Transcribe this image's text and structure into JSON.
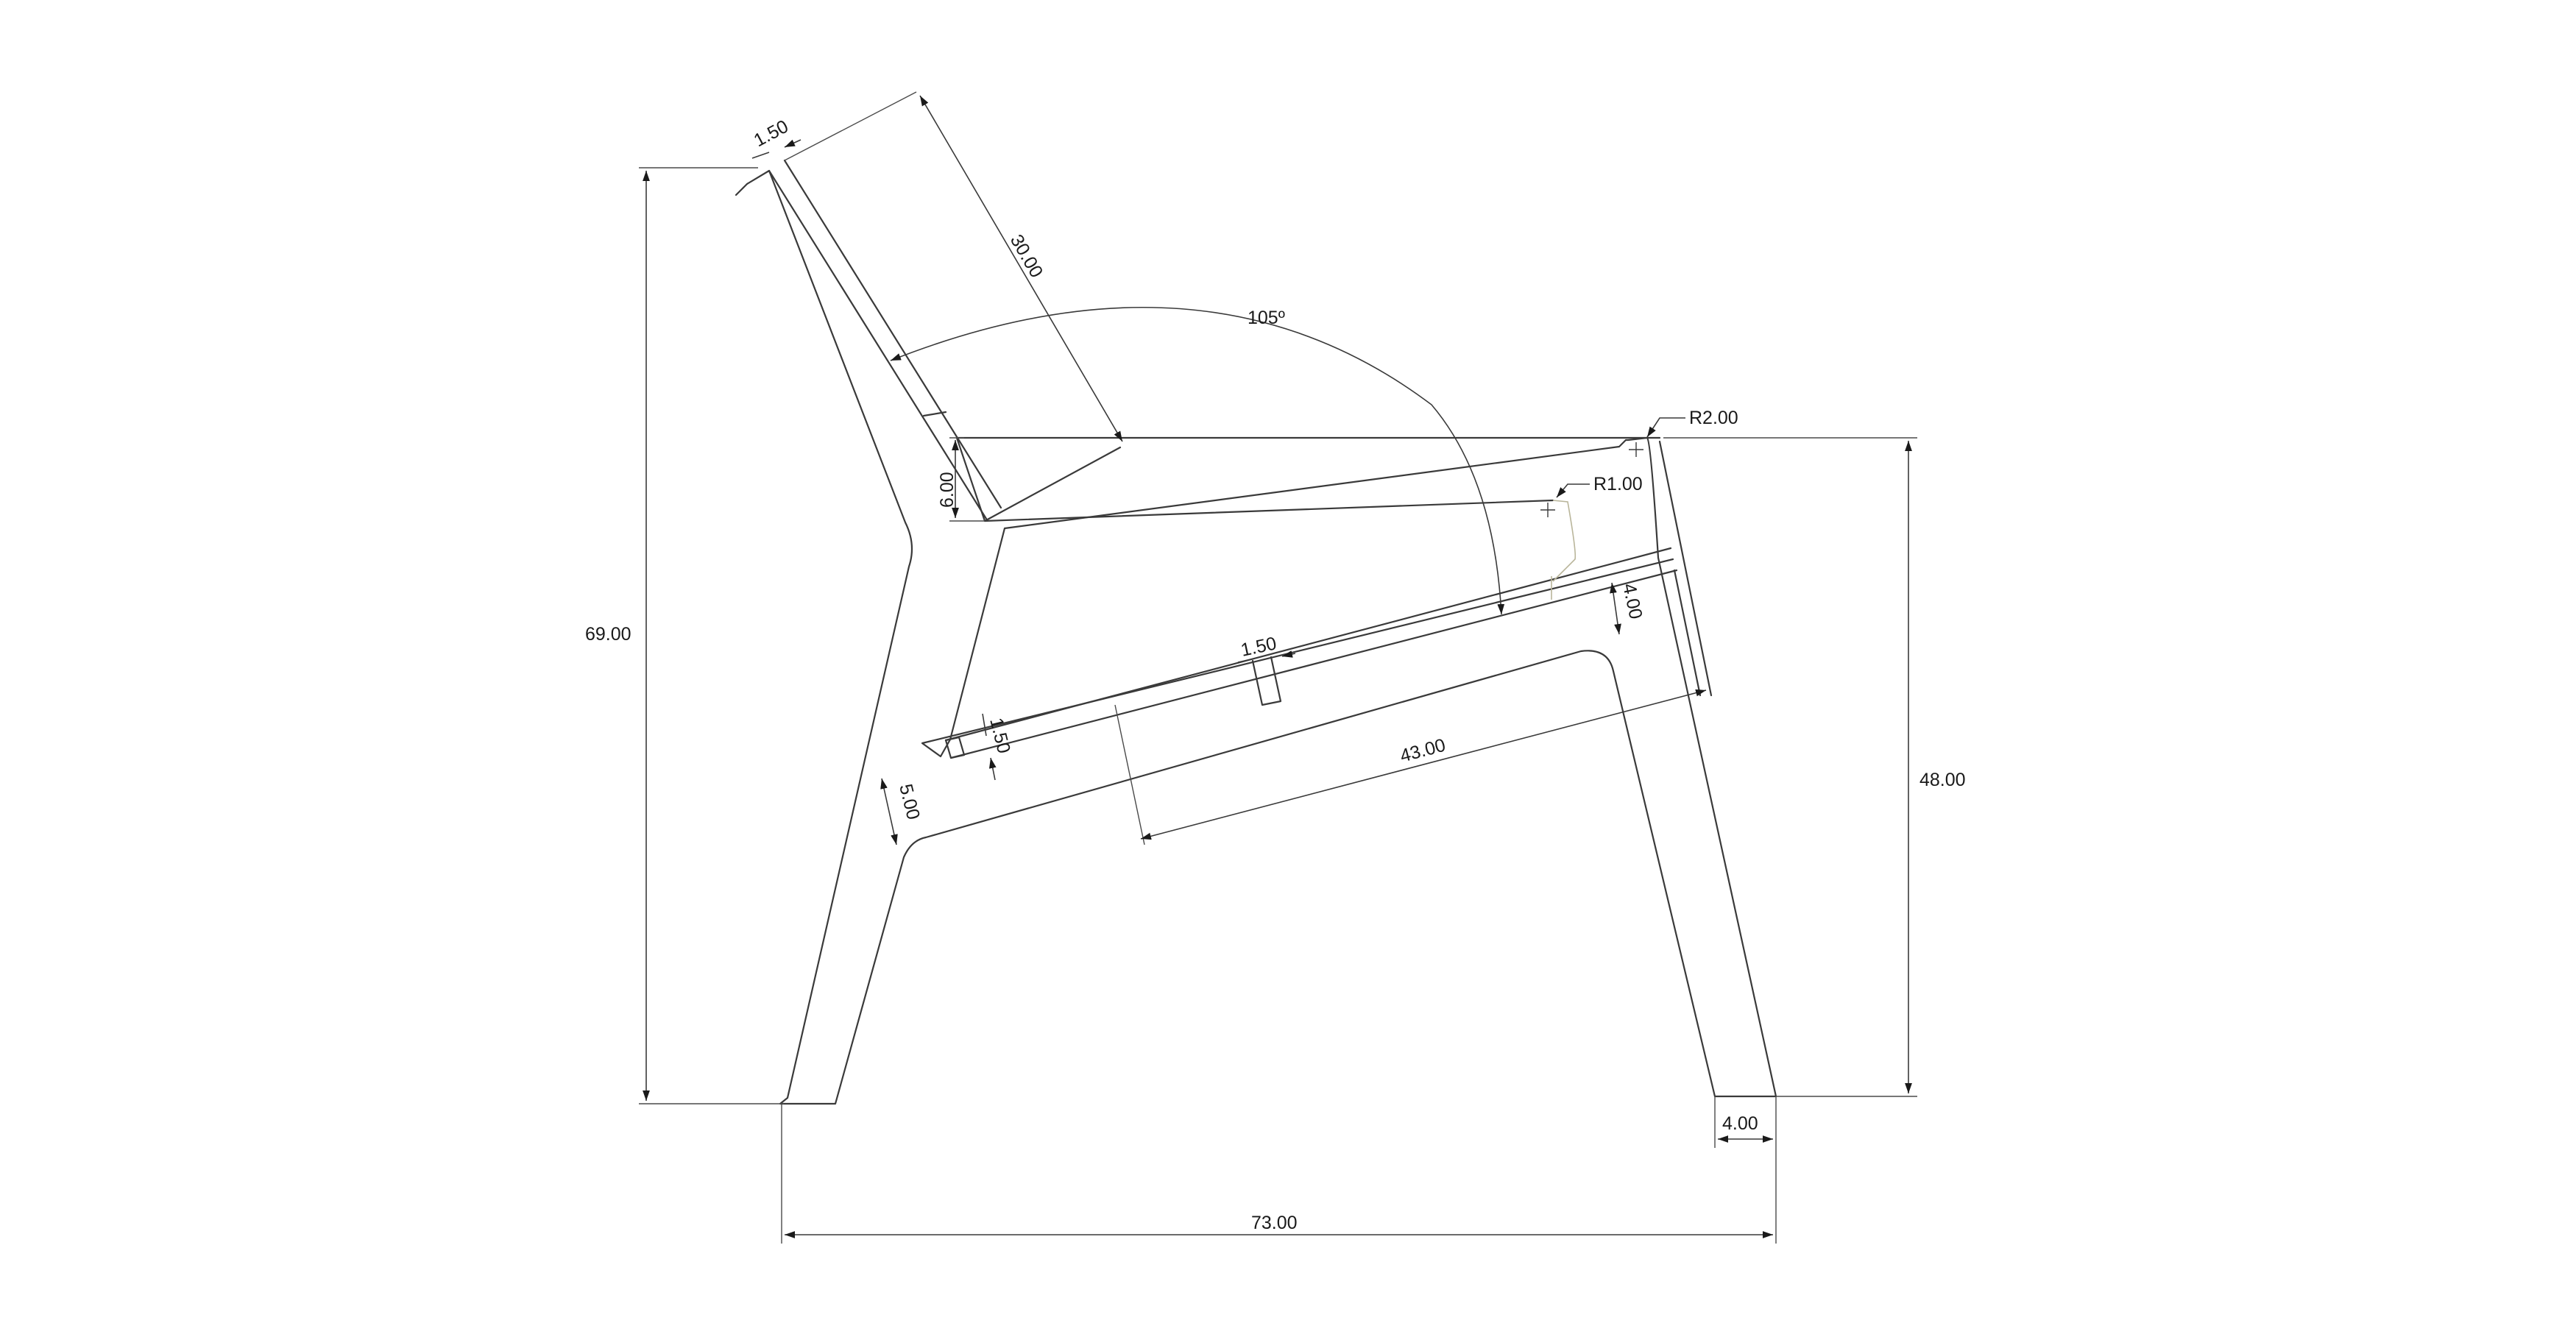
{
  "dimensions": {
    "overall_height": "69.00",
    "seat_height": "48.00",
    "overall_width": "73.00",
    "foot_width": "4.00",
    "backrest_length": "30.00",
    "backrest_thickness": "1.50",
    "back_angle": "105º",
    "corner_radius_large": "R2.00",
    "corner_radius_small": "R1.00",
    "seat_gap": "6.00",
    "slat_depth": "4.00",
    "slot_width": "1.50",
    "slat_end_thickness": "1.50",
    "rail_height": "5.00",
    "rail_length": "43.00"
  }
}
